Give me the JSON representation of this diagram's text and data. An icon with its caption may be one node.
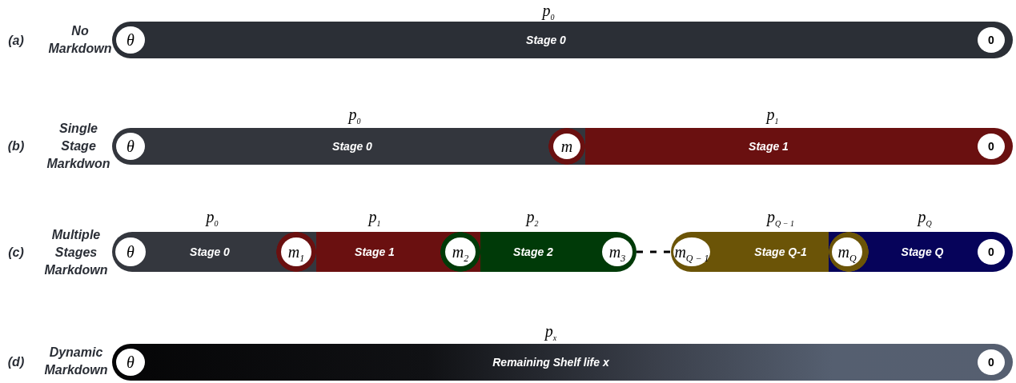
{
  "diagram": {
    "nodes": [
      {
        "text": [
          "Stage 0"
        ],
        "beside": [
          "p$_{0}$"
        ]
      },
      {
        "text": [
          "θ"
        ],
        "in": 0
      },
      {
        "text": [
          "0"
        ],
        "in": 0
      },
      {
        "text": [
          "Stage 0"
        ],
        "beside": [
          "p$_{0}$"
        ]
      },
      {
        "text": [
          "θ"
        ],
        "in": 3
      },
      {
        "text": [
          "Stage 1"
        ],
        "beside": [
          "p$_{1}$"
        ]
      },
      {
        "text": [
          "m"
        ],
        "in": 5
      },
      {
        "text": [
          "0"
        ],
        "in": 5
      },
      {
        "text": [
          "Stage 0"
        ],
        "beside": [
          "p$_{0}$"
        ]
      },
      {
        "text": [
          "θ"
        ],
        "in": 8
      },
      {
        "text": [
          "Stage 1"
        ],
        "beside": [
          "p$_{1}$"
        ]
      },
      {
        "text": [
          "m$_{1}$"
        ],
        "in": 10
      },
      {
        "text": [
          "Stage 2"
        ],
        "beside": [
          "p$_{2}$"
        ]
      },
      {
        "text": [
          "m$_{2}$"
        ],
        "in": 12
      },
      {
        "text": [
          "m$_{3}$"
        ],
        "in": 12
      },
      {
        "text": [
          "Stage Q-1"
        ],
        "beside": [
          "p$_{Q − 1}$"
        ]
      },
      {
        "text": [
          "m$_{Q − 1}$"
        ],
        "in": 15
      },
      {
        "text": [
          "m$_{Q}$"
        ],
        "in": 15
      },
      {
        "text": [
          "Stage Q"
        ],
        "beside": [
          "p$_{Q}$"
        ]
      },
      {
        "text": [
          "0"
        ],
        "in": 18
      },
      {
        "text": [
          "Remaining Shelf life x"
        ],
        "beside": [
          "p$_{x}$"
        ]
      },
      {
        "text": [
          "θ"
        ],
        "in": 20
      },
      {
        "text": [
          "0"
        ],
        "in": 20
      }
    ],
    "edges": [
      {
        "from": 12,
        "to": 15,
        "arrow": "none",
        "style": "dashed"
      }
    ],
    "labels": [
      "(a)",
      "No Markdown",
      "(b)",
      "Single Stage Markdwon",
      "(c)",
      "Multiple Stages Markdown",
      "(d)",
      "Dynamic Markdown"
    ]
  }
}
